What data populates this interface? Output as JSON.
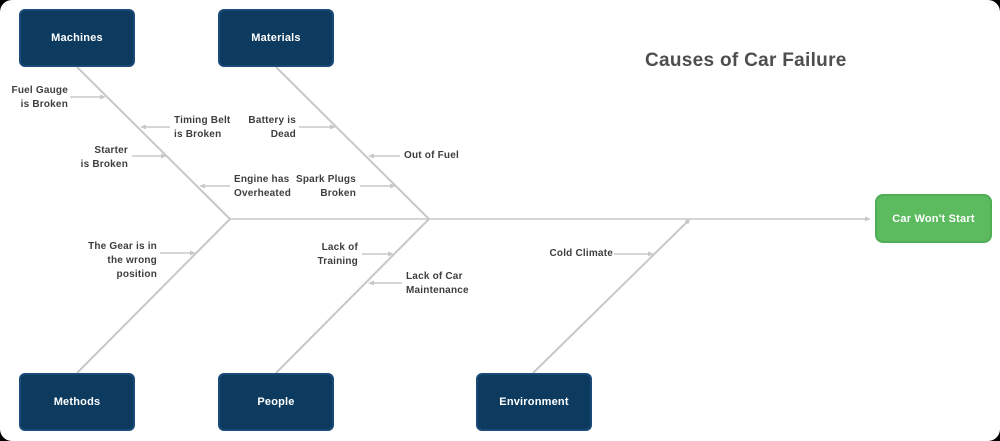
{
  "title": "Causes of Car Failure",
  "result": {
    "label": "Car Won't Start"
  },
  "categories": [
    {
      "id": "machines",
      "label": "Machines"
    },
    {
      "id": "materials",
      "label": "Materials"
    },
    {
      "id": "methods",
      "label": "Methods"
    },
    {
      "id": "people",
      "label": "People"
    },
    {
      "id": "environment",
      "label": "Environment"
    }
  ],
  "causes": [
    {
      "category": "Machines",
      "text": "Fuel Gauge\nis Broken"
    },
    {
      "category": "Machines",
      "text": "Timing Belt\nis Broken"
    },
    {
      "category": "Machines",
      "text": "Starter\nis Broken"
    },
    {
      "category": "Machines",
      "text": "Engine has\nOverheated"
    },
    {
      "category": "Materials",
      "text": "Battery is\nDead"
    },
    {
      "category": "Materials",
      "text": "Out of Fuel"
    },
    {
      "category": "Materials",
      "text": "Spark Plugs\nBroken"
    },
    {
      "category": "Methods",
      "text": "The Gear is in\nthe wrong\nposition"
    },
    {
      "category": "People",
      "text": "Lack of\nTraining"
    },
    {
      "category": "People",
      "text": "Lack of Car\nMaintenance"
    },
    {
      "category": "Environment",
      "text": "Cold Climate"
    }
  ],
  "colors": {
    "category_box": "#0d3a5f",
    "category_box_border": "#1a4a77",
    "result_box": "#5cba5f",
    "result_box_border": "#4fae55",
    "bone_line": "#c8c8c8",
    "cause_text": "#3e3e3e",
    "title_text": "#4e4e4e",
    "box_text": "#ffffff"
  }
}
